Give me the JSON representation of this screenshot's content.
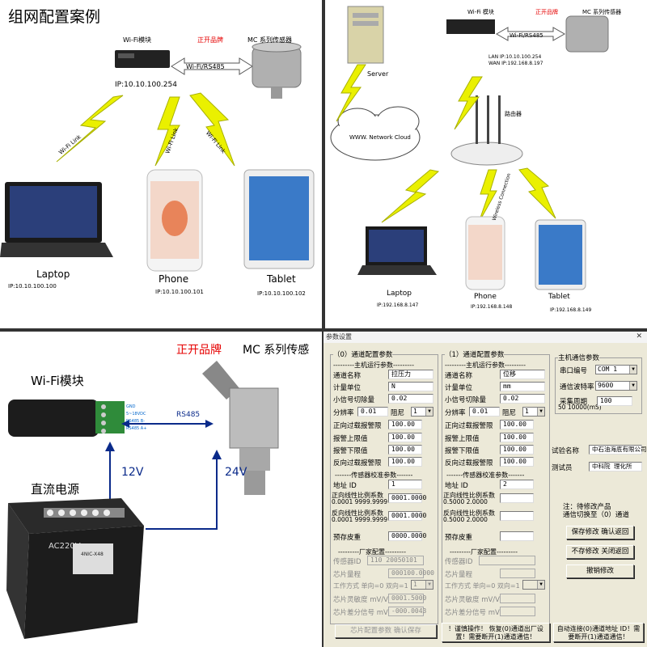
{
  "panel1": {
    "title": "组网配置案例",
    "wifi_module": "Wi-Fi模块",
    "brand": "正开品牌",
    "sensor": "MC 系列传感器",
    "link_label": "Wi-Fi/RS485",
    "module_ip": "IP:10.10.100.254",
    "wifi_link": "Wi-Fi Link",
    "devices": [
      {
        "name": "Laptop",
        "ip": "IP:10.10.100.100"
      },
      {
        "name": "Phone",
        "ip": "IP:10.10.100.101"
      },
      {
        "name": "Tablet",
        "ip": "IP:10.10.100.102"
      }
    ]
  },
  "panel2": {
    "wifi_module": "Wi-Fi 模块",
    "brand": "正开品牌",
    "sensor": "MC 系列传感器",
    "link_label": "Wi-Fi/RS485",
    "lan_ip": "LAN IP:10.10.100.254",
    "wan_ip": "WAN IP:192.168.8.197",
    "server": "Server",
    "cloud": "WWW. Network Cloud",
    "router": "路由器",
    "wireless": "Wireless Connection",
    "devices": [
      {
        "name": "Laptop",
        "ip": "IP:192.168.8.147"
      },
      {
        "name": "Phone",
        "ip": "IP:192.168.8.148"
      },
      {
        "name": "Tablet",
        "ip": "IP:192.168.8.149"
      }
    ]
  },
  "panel3": {
    "brand": "正开品牌",
    "sensor_title": "MC 系列传感",
    "wifi_module": "Wi-Fi模块",
    "rs485": "RS485",
    "power": "直流电源",
    "v12": "12V",
    "v24": "24V",
    "psu_label": "AC220V",
    "psu_model": "4NIC-X48",
    "terminal_labels": [
      "GND",
      "5~18VDC",
      "RS485 B-",
      "RS485 A+"
    ]
  },
  "dialog": {
    "title": "参数设置",
    "ch0": {
      "group": "（0）通道配置参数",
      "host_sep": "---------主机运行参数---------",
      "name_label": "通道名称",
      "name_value": "拉压力",
      "unit_label": "计量单位",
      "unit_value": "N",
      "small_label": "小信号切除量",
      "small_value": "0.02",
      "res_label": "分辨率",
      "res_value": "0.01",
      "damp_label": "阻尼",
      "damp_value": "1",
      "overload_label": "正向过载报警限",
      "overload_value": "100.00",
      "alarm_up_label": "报警上限值",
      "alarm_up_value": "100.00",
      "alarm_down_label": "报警下限值",
      "alarm_down_value": "100.00",
      "rev_overload_label": "反向过载报警限",
      "rev_overload_value": "100.00",
      "sensor_sep": "-------传感器校准参数-------",
      "addr_label": "地址 ID",
      "addr_value": "1",
      "pos_coef_label": "正向线性比例系数",
      "pos_coef_range": "0.0001 9999.9999",
      "pos_coef_value": "0001.0000",
      "neg_coef_label": "反向线性比例系数",
      "neg_coef_range": "0.0001 9999.9999",
      "neg_coef_value": "0001.0000",
      "preset_label": "预存皮重",
      "preset_value": "0000.0000",
      "factory_sep": "---------厂家配置---------",
      "sensor_id_label": "传感器ID",
      "sensor_id_value": "110 20050101",
      "chip_range_label": "芯片量程",
      "chip_range_value": "000100.0000",
      "mode_label": "工作方式 单向=0 双向=1",
      "mode_value": "1",
      "sens_label": "芯片灵敏度 mV/V",
      "sens_value": "0001.5000",
      "diff_label": "芯片差分信号 mV",
      "diff_value": "-000.0043"
    },
    "ch1": {
      "group": "（1）通道配置参数",
      "host_sep": "---------主机运行参数---------",
      "name_label": "通道名称",
      "name_value": "位移",
      "unit_label": "计量单位",
      "unit_value": "mm",
      "small_label": "小信号切除量",
      "small_value": "0.02",
      "res_label": "分辨率",
      "res_value": "0.01",
      "damp_label": "阻尼",
      "damp_value": "1",
      "overload_label": "正向过载报警限",
      "overload_value": "100.00",
      "alarm_up_label": "报警上限值",
      "alarm_up_value": "100.00",
      "alarm_down_label": "报警下限值",
      "alarm_down_value": "100.00",
      "rev_overload_label": "反向过载报警限",
      "rev_overload_value": "100.00",
      "sensor_sep": "-------传感器校准参数-------",
      "addr_label": "地址 ID",
      "addr_value": "2",
      "pos_coef_label": "正向线性比例系数",
      "pos_coef_range": "0.5000 2.0000",
      "pos_coef_value": "",
      "neg_coef_label": "反向线性比例系数",
      "neg_coef_range": "0.5000 2.0000",
      "neg_coef_value": "",
      "preset_label": "预存皮重",
      "preset_value": "",
      "factory_sep": "---------厂家配置---------",
      "sensor_id_label": "传感器ID",
      "chip_range_label": "芯片量程",
      "mode_label": "工作方式 单向=0 双向=1",
      "sens_label": "芯片灵敏度 mV/V",
      "diff_label": "芯片差分信号 mV"
    },
    "host": {
      "group": "主机通信参数",
      "port_label": "串口编号",
      "port_value": "COM 1",
      "baud_label": "通信波特率",
      "baud_value": "9600",
      "period_label": "采集周期",
      "period_range": "50 10000(mS)",
      "period_value": "100",
      "unit_label": "试验名称",
      "unit_value": "中石油海底有限公司",
      "tester_label": "测试员",
      "tester_value": "中科院  理化所",
      "note": "注：待修改产品\n通信切换至（0）通道"
    },
    "buttons": {
      "save_return": "保存修改 确认返回",
      "nosave_close": "不存修改 关闭返回",
      "undo": "撤销修改",
      "chip_save": "芯片配置参数 确认保存",
      "restore": "！谨慎操作！ 恢复(0)通道出厂设置！需要断开(1)通道通信！",
      "auto_connect": "自动连接(0)通道地址 ID！需要断开(1)通道通信！"
    }
  }
}
